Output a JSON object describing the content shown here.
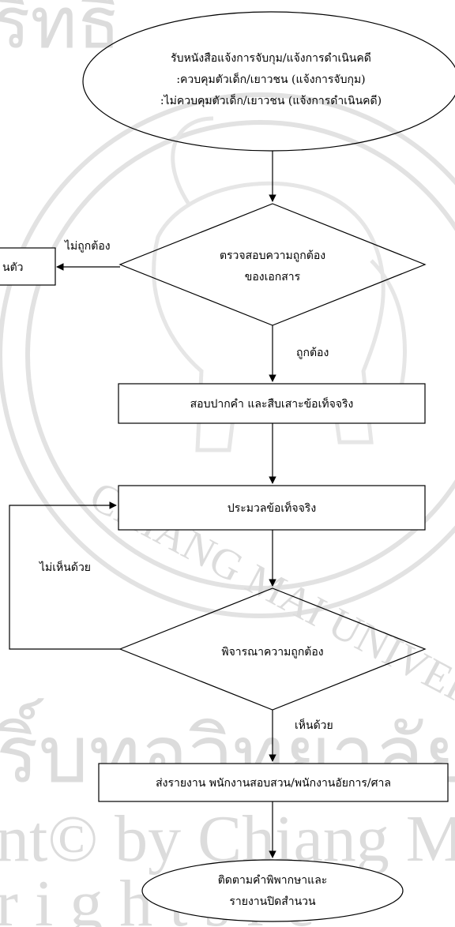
{
  "colors": {
    "line": "#000000",
    "watermark": "#dcdcdc",
    "background": "#ffffff"
  },
  "nodes": {
    "start": {
      "line1": "รับหนังสือแจ้งการจับกุม/แจ้งการดำเนินคดี",
      "line2": ":ควบคุมตัวเด็ก/เยาวชน (แจ้งการจับกุม)",
      "line3": ":ไม่ควบคุมตัวเด็ก/เยาวชน (แจ้งการดำเนินคดี)"
    },
    "check_docs": {
      "line1": "ตรวจสอบความถูกต้อง",
      "line2": "ของเอกสาร"
    },
    "return_box": {
      "label": "นตัว"
    },
    "interview": {
      "label": "สอบปากคำ และสืบเสาะข้อเท็จจริง"
    },
    "compile": {
      "label": "ประมวลข้อเท็จจริง"
    },
    "consider": {
      "label": "พิจารณาความถูกต้อง"
    },
    "send_report": {
      "label": "ส่งรายงาน พนักงานสอบสวน/พนักงานอัยการ/ศาล"
    },
    "end": {
      "line1": "ติดตามคำพิพากษาและ",
      "line2": "รายงานปิดสำนวน"
    }
  },
  "edges": {
    "incorrect": "ไม่ถูกต้อง",
    "correct": "ถูกต้อง",
    "disagree": "ไม่เห็นด้วย",
    "agree": "เห็นด้วย"
  },
  "watermark": {
    "copyright_line": "nt©   by Chiang Ma",
    "rights_line": "r i g h t s   r e",
    "thai_line": "ริ์บทอวิทยาลัย",
    "arc_text": "CHIANG MAI UNIVERS"
  }
}
